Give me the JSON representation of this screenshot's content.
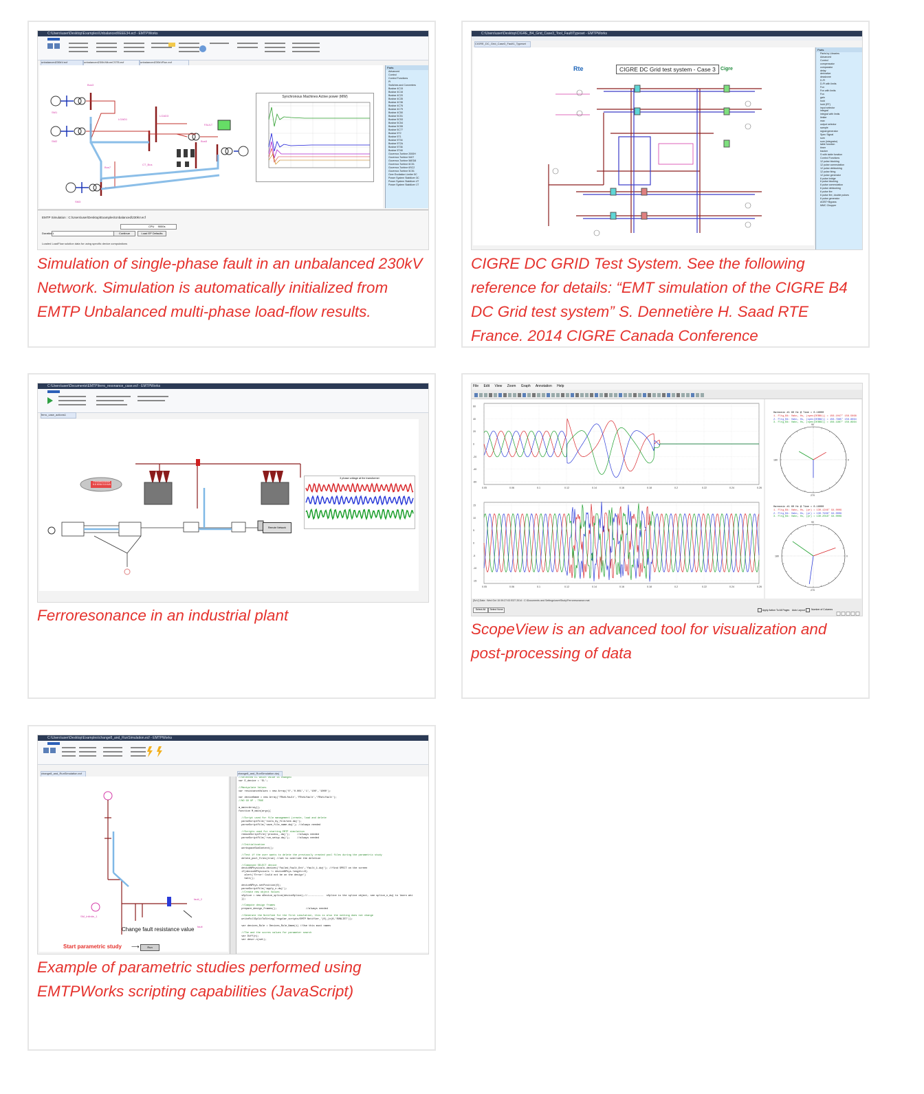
{
  "cards": [
    {
      "caption": "Simulation of single-phase fault in an unbalanced 230kV Network. Simulation is automatically initialized from EMTP Unbalanced multi-phase load-flow results.",
      "app": {
        "title": "C:\\Users\\user\\Desktop\\Examples\\Unbalanced\\IEEE34.ecf - EMTPWorks",
        "doc_tabs": [
          "unbalanced230kV.ecf",
          "unbalanced230kVMoreCSTB.ecf",
          "unbalanced230kVRun.ecf"
        ],
        "chart_title": "Synchronous Machines Active power (MW)",
        "sim_label": "EMTP Simulation : C:\\Users\\user\\Desktop\\Examples\\Unbalanced\\230kV.ecf",
        "cpu_label": "CPU",
        "cpu_value": "9000s",
        "duration_label": "Duration",
        "duration_value": "1",
        "btn_continue": "Continue",
        "btn_load": "Load EP Defaults",
        "status": "Loaded LoadFlow solution data for using specific device computations",
        "library_title": "Parts",
        "library_items": [
          "Advanced",
          "Control",
          "Control Functions",
          "Pi",
          "Switches and Converters",
          "Busbar 4C15",
          "Busbar 4C16",
          "Busbar 4C20",
          "Busbar 4C35",
          "Busbar 4C36",
          "Busbar 4C76",
          "Busbar 4C79",
          "Busbar 4C50",
          "Busbar 5C51",
          "Busbar 5C53",
          "Busbar 5C54",
          "Busbar 5C55",
          "Busbar 5C77",
          "Busbar 5T2",
          "Busbar 5T1",
          "Busbar 5T34",
          "Busbar 5T2A",
          "Busbar 5T36",
          "Busbar 5T48",
          "Governor-Turbine 2000H",
          "Governor-Turbine 5407",
          "Governor-Turbine 56ED8",
          "Governor-Turbine 6C01",
          "Governor-Turbine 6SC2",
          "Governor-Turbine 5C51",
          "Over Excitation Limiter 5C",
          "Power System Stabilizer 3C",
          "Power System Stabilizer 4T",
          "Power System Stabilizer 1T"
        ]
      }
    },
    {
      "caption": "CIGRE DC GRID Test System. See the following reference for details: “EMT simulation of the CIGRE B4 DC Grid test system” S. Dennetière H. Saad RTE France. 2014 CIGRE Canada Conference",
      "app": {
        "title": "C:\\Users\\user\\Desktop\\CIGRE_B4_Grid_Case3_Tool_Fault\\Typeset - EMTPWorks",
        "doc_tabs": [
          "CIGRE_DC_Grid_Case3_Fault1_Typeset"
        ],
        "logo_rte": "Rte",
        "logo_cigre": "Cigre",
        "diagram_title": "CIGRE DC Grid test system - Case 3",
        "library_title": "Parts",
        "library_items": [
          "Parts by Libraries",
          "Advanced",
          "Control",
          "compensator",
          "comparator",
          "delay",
          "derivative",
          "deadzone",
          "D-Ff",
          "D-Ff with limits",
          "Fcn",
          "Fcn with limits",
          "Fcn",
          "gain",
          "hold",
          "hold (RT)",
          "input selector",
          "integral",
          "integral with limits",
          "limiter",
          "max",
          "output selector",
          "sample",
          "signal generator",
          "Spec Signal",
          "sum",
          "sum (integrator)",
          "table function",
          "timer",
          "tracker",
          "S with table function",
          "Control Functions",
          "12 pulse blocking",
          "12 pulse commutation",
          "12 pulse deblocking",
          "12 pulse firing",
          "12 pulse generator",
          "6 pulse bridge",
          "6 pulse blocking",
          "6 pulse commutation",
          "6 pulse deblocking",
          "6 pulse fire",
          "6 pulse fire, double pulses",
          "6 pulse generator",
          "AGBT+Bypass",
          "MMC Chopper"
        ]
      }
    },
    {
      "caption": "Ferroresonance in an industrial plant",
      "app": {
        "title": "C:\\Users\\user\\Documents\\EMTP\\ferro_resonance_case.ecf - EMTPWorks",
        "doc_tabs": [
          "ferro_case_actions1"
        ],
        "ellipse_label": "Ferroresonance 6.6 MVA 0.6 kVA",
        "chart_title": "3 phase voltage at the transformer",
        "box_label": "Remote Network"
      }
    },
    {
      "caption": "ScopeView is an advanced tool for visualization and post-processing of data",
      "app": {
        "menu": [
          "File",
          "Edit",
          "View",
          "Zoom",
          "Graph",
          "Annotation",
          "Help"
        ],
        "top_header": "Harmonic #1 60 Hz @ Time = 0.16000",
        "top_legend": [
          {
            "label": "1. Fltg_B4: Vabc, 0s, (spec(DEBB1)) = 156.1047°  156.5868",
            "color": "#d8262a"
          },
          {
            "label": "2. Fltg_B4: Vabc, 0s, (spec(DEBB2)) = 156.7985°  156.8864",
            "color": "#2a3ad8"
          },
          {
            "label": "3. Fltg_B4: Vabc, 0s, (spec(DEBB3)) = 156.1987°  156.8964",
            "color": "#1a9e2a"
          }
        ],
        "bottom_header": "Harmonic #1 60 Hz @ Time = 0.16000",
        "bottom_legend": [
          {
            "label": "1. Fltg_B4: Vabc, 0s, (pr) = 130.1246°  94.0009",
            "color": "#d8262a"
          },
          {
            "label": "2. Fltg_B4: Vabc, 0s, (pr) = 130.7936°  94.0009",
            "color": "#2a3ad8"
          },
          {
            "label": "3. Fltg_B4: Vabc, 0s, (pr) = 130.2018°  94.0009",
            "color": "#1a9e2a"
          }
        ],
        "x_ticks": [
          "0.05",
          "0.06",
          "0.1",
          "0.12",
          "0.14",
          "0.16",
          "0.18",
          "0.2",
          "0.22",
          "0.24",
          "0.26"
        ],
        "top_y_ticks": [
          "60",
          "40",
          "20",
          "0",
          "-20",
          "-40",
          "-60"
        ],
        "bottom_y_ticks": [
          "15",
          "10",
          "5",
          "0",
          "-5",
          "-10",
          "-15"
        ],
        "polar_labels": [
          "90",
          "180",
          "0",
          "270"
        ],
        "status": "[ScV] Data : Wed Oct 15 09:27:03 EDT 2014 : C:\\Documents and Settings\\user\\Study\\Ferroresonance.mat",
        "btn_select_all": "Select All",
        "btn_select_none": "Select None",
        "chk_apply": "Apply Action To All Pages",
        "chk_auto": "Auto Layout",
        "num_columns": "Number of Columns"
      }
    },
    {
      "caption": "Example of parametric studies performed using EMTPWorks scripting capabilities (JavaScript)",
      "app": {
        "title": "C:\\Users\\user\\Desktop\\Examples\\change8_and_RunSimulation.ecf - EMTPWorks",
        "doc_tabs": [
          "change8_and_RunSimulation.ecf",
          "change8_and_RunSimulation.dwj"
        ],
        "fault_label": "Change fault resistance value",
        "start_label": "Start parametric study",
        "btn_run": "Run",
        "code": [
          "//Selected EL which value is changed",
          "var E_device = 'EL';",
          "",
          "//Manipulate Values",
          "var resistanceValues = new Array('0','0.001','1','100','1000');",
          "",
          "var deviceName = new Array('FRshLfault','FRshLfault','FRshLfault');",
          "//NO GO UP - TRUE",
          "",
          "a_main=Array();",
          "function M_main(args){",
          "",
          "  //Script used for file management (create, load and delete",
          "  parseScriptFile('tools_by_file/one.dwj');",
          "  parseScriptFile('save_file_name.dwj'); //always needed",
          "",
          "  //Scripts used for starting EMTP simulation",
          "  removeScriptFile('process_.dwj');     //always needed",
          "  parseScriptFile('run_setup.dwj');     //always needed",
          "",
          "  //Initialization",
          "  workspaceSimContext();",
          "",
          "  //Test if the user wants to delete the previously created pool files during the parametric study",
          "  delete_pool_files(true) //set to override the deletion",
          "",
          "  //Composed SELECT device",
          "  deviceNPhysicals.devices('Failed_Fault_Ent','fault_1.dwj'); //find SPECT on the screen",
          "  if(deviceNPhysicals != deviceNPhys.length>=0)",
          "    alert('Error! Could not be on the design')",
          "    halt();",
          "",
          "  deviceNPhys.setPosition(0);",
          "  parseScriptFile('apply_n.dwj');",
          "  //Create new object Values",
          "  sSplice = new sDevice_splice(deviceSplice);//-----------  sSplice is the splice object, see splice_n_dwj to learn whi",
          "  });",
          "",
          "  //Compute design frames",
          "  prepare_design_frames();                    //always needed",
          "",
          "  //Generate the Notified for the first simulation, this is also the nothing does not change",
          "  writeFullSplitToString('regular_scripts/EMTP Notifier_'(0)_(n)0,'RUNLIST'));",
          "",
          "  var devices_Rule = Devices_Rule_Name(i) //Use this must names",
          "",
          "  //The and the scores values for parameter search",
          "  var Diff(n);",
          "  var descr.n(set);"
        ]
      }
    }
  ]
}
